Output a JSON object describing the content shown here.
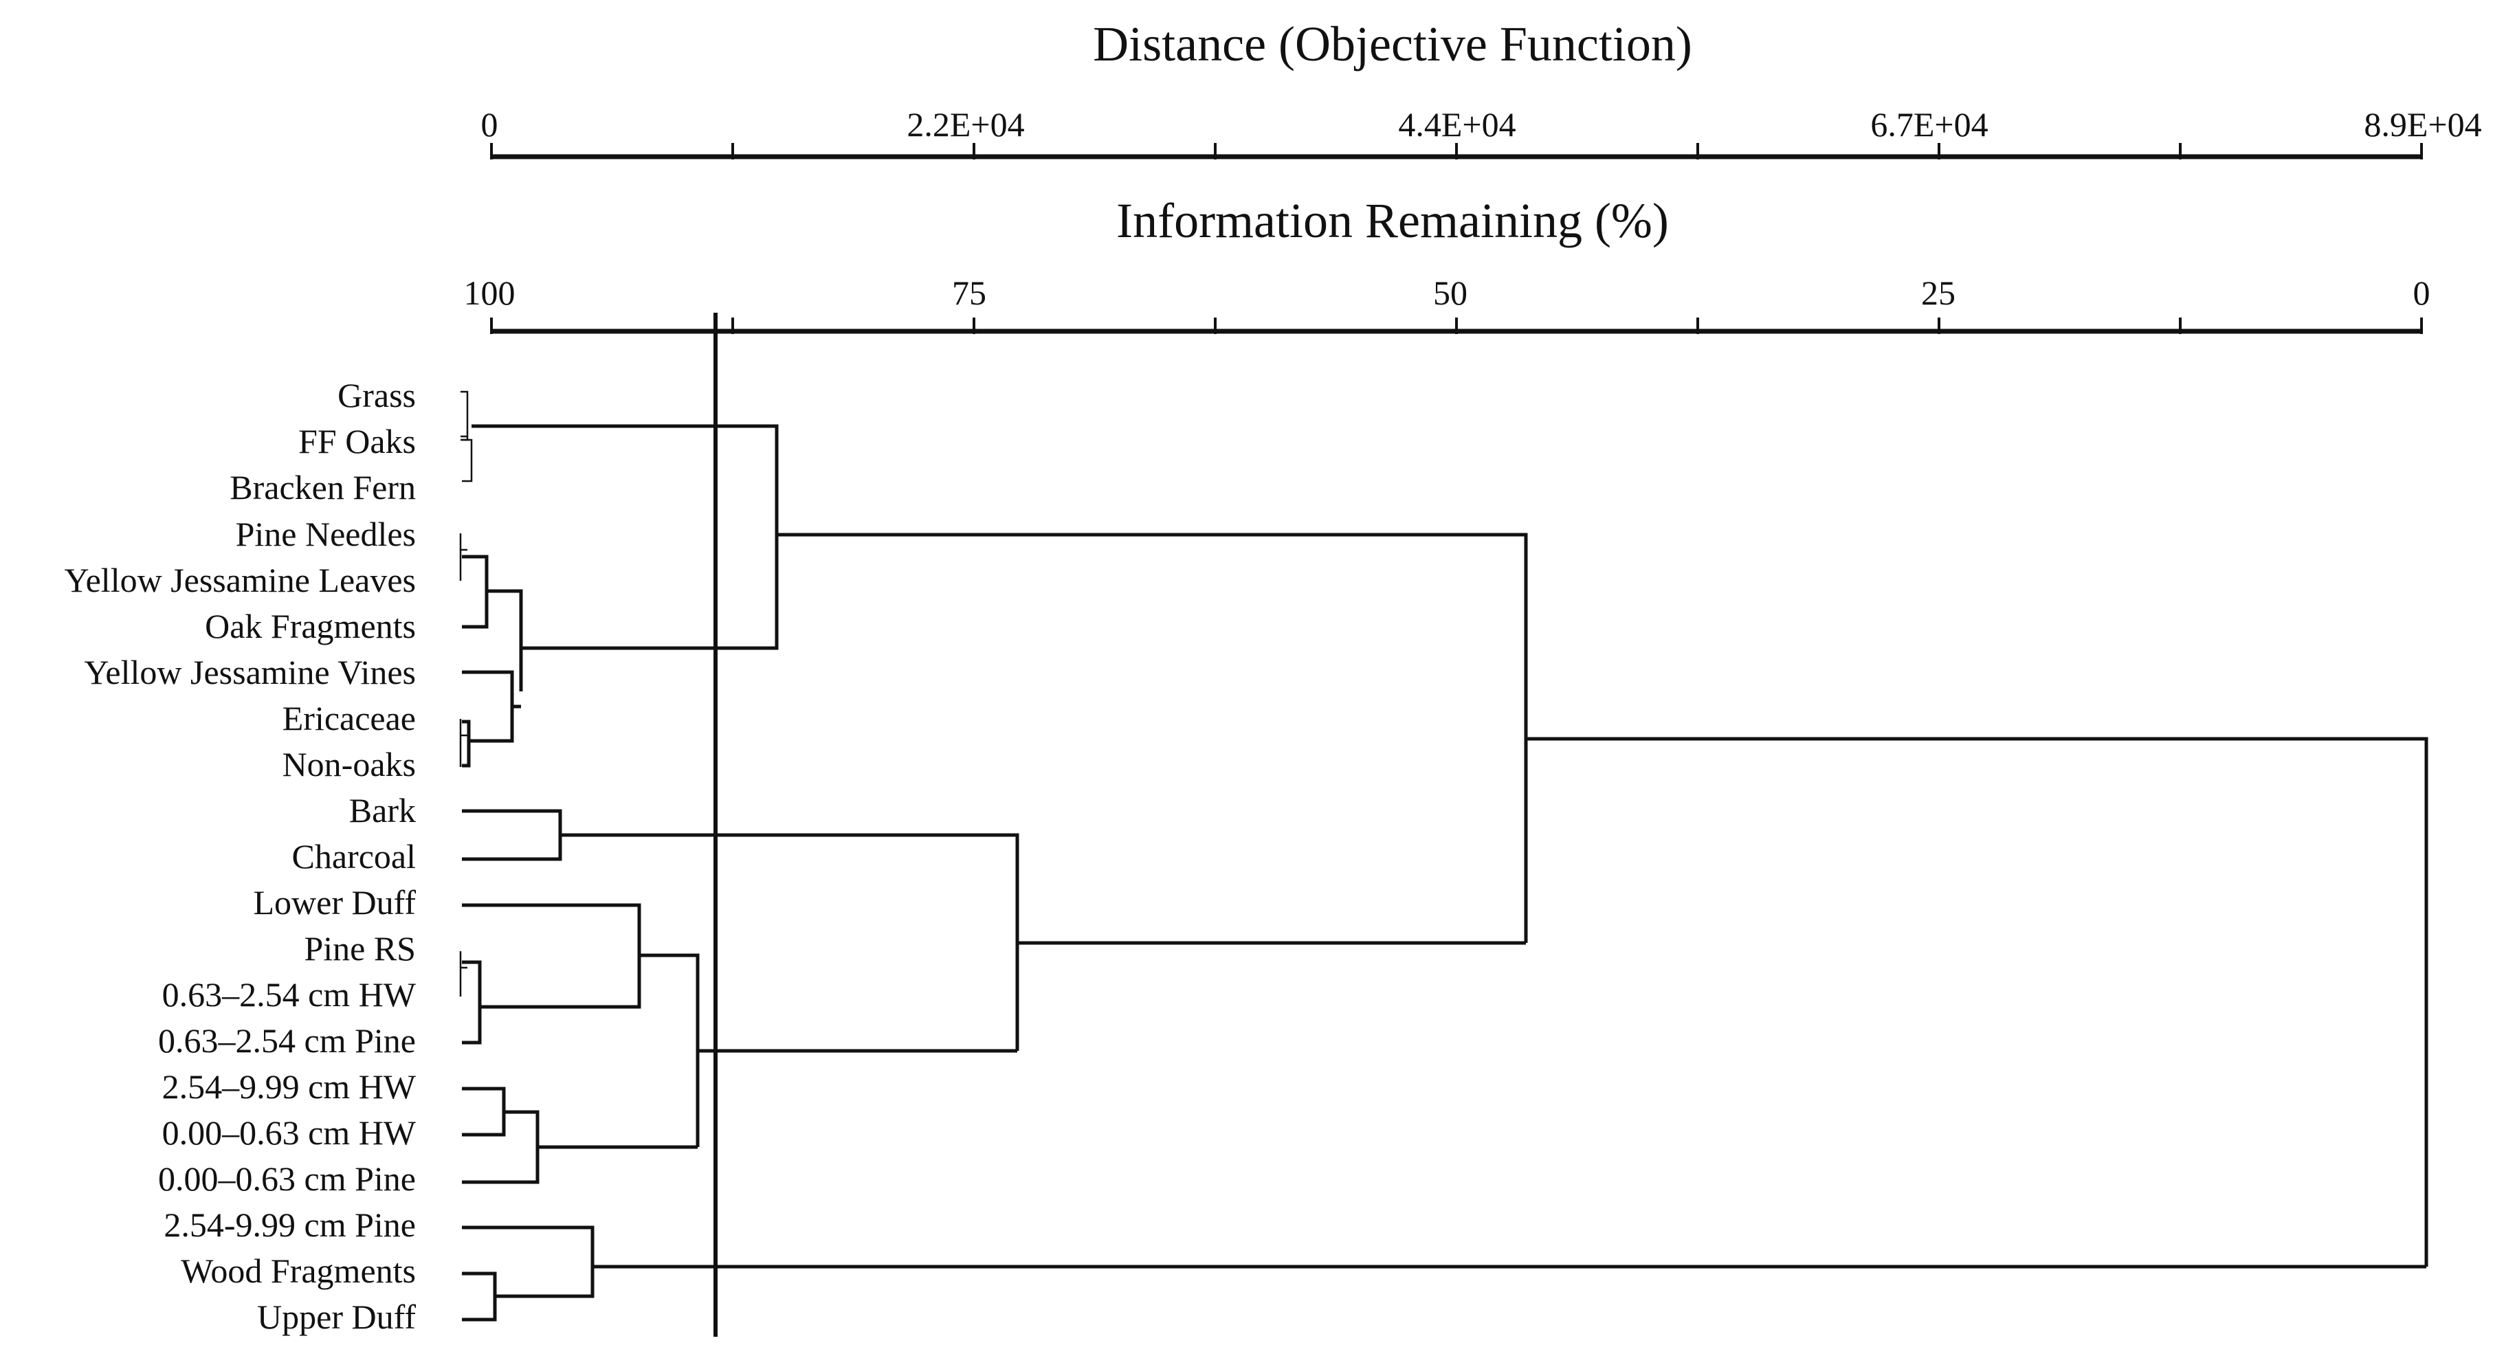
{
  "top_axis": {
    "title": "Distance (Objective Function)",
    "ticks": [
      "0",
      "2.2E+04",
      "4.4E+04",
      "6.7E+04",
      "8.9E+04"
    ]
  },
  "bottom_axis": {
    "title": "Information Remaining (%)",
    "ticks": [
      "100",
      "75",
      "50",
      "25",
      "0"
    ]
  },
  "leaves": [
    "Grass",
    "FF Oaks",
    "Bracken Fern",
    "Pine Needles",
    "Yellow Jessamine Leaves",
    "Oak Fragments",
    "Yellow Jessamine Vines",
    "Ericaceae",
    "Non-oaks",
    "Bark",
    "Charcoal",
    "Lower Duff",
    "Pine RS",
    "0.63–2.54 cm HW",
    "0.63–2.54 cm Pine",
    "2.54–9.99 cm HW",
    "0.00–0.63 cm HW",
    "0.00–0.63 cm Pine",
    "2.54-9.99 cm Pine",
    "Wood Fragments",
    "Upper Duff"
  ],
  "dendrogram": {
    "note_scale": "merge heights in Information Remaining (%)",
    "cut_level": 88.3
  }
}
